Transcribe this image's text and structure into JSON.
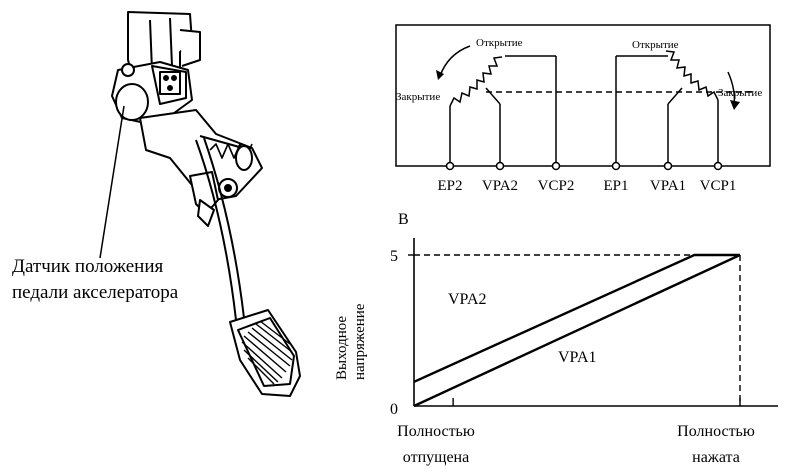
{
  "pedal": {
    "sensor_label_line1": "Датчик положения",
    "sensor_label_line2": "педали акселератора"
  },
  "schematic": {
    "left": {
      "open_label": "Открытие",
      "close_label": "Закрытие",
      "terminals": [
        "EP2",
        "VPA2",
        "VCP2"
      ]
    },
    "right": {
      "open_label": "Открытие",
      "close_label": "Закрытие",
      "terminals": [
        "EP1",
        "VPA1",
        "VCP1"
      ]
    }
  },
  "chart_data": {
    "type": "line",
    "y_unit_label": "В",
    "ylabel_line1": "Выходное",
    "ylabel_line2": "напряжение",
    "yticks": [
      "0",
      "5"
    ],
    "xticks": [
      {
        "line1": "Полностью",
        "line2": "отпущена"
      },
      {
        "line1": "Полностью",
        "line2": "нажата"
      }
    ],
    "ylim": [
      0,
      5
    ],
    "xlim": [
      0,
      1
    ],
    "series": [
      {
        "name": "VPA2",
        "x": [
          0,
          0.86,
          1
        ],
        "y": [
          0.8,
          5,
          5
        ]
      },
      {
        "name": "VPA1",
        "x": [
          0,
          1
        ],
        "y": [
          0,
          5
        ]
      }
    ],
    "reference_lines": [
      {
        "type": "horizontal",
        "y": 5,
        "style": "dashed"
      },
      {
        "type": "vertical",
        "x": 1,
        "style": "dashed"
      }
    ]
  }
}
